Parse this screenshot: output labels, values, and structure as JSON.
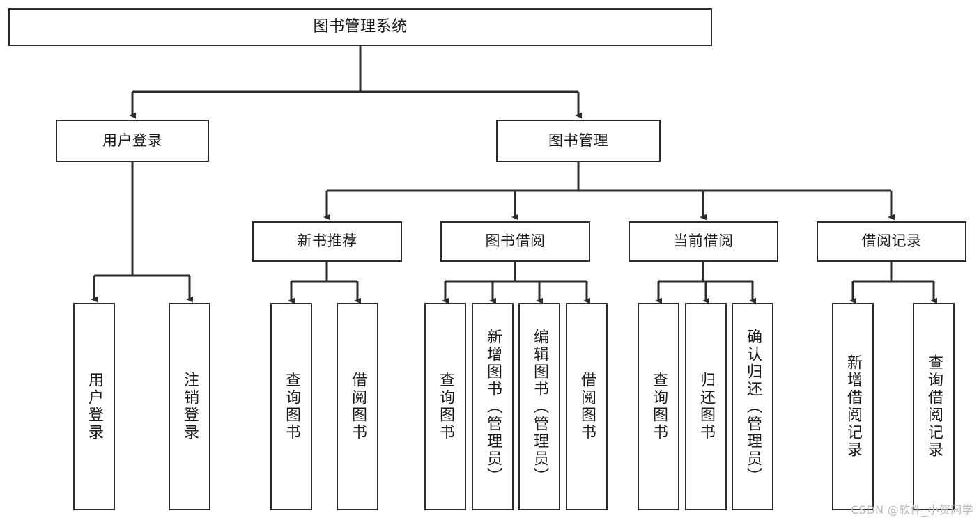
{
  "diagram": {
    "title": "图书管理系统",
    "type": "tree-hierarchy",
    "background_color": "#ffffff",
    "line_color": "#2b2b2b",
    "box_border_color": "#2b2b2b",
    "box_fill_color": "#ffffff",
    "text_color": "#1a1a1a"
  },
  "nodes": {
    "root": {
      "label": "图书管理系统"
    },
    "level2": [
      {
        "label": "用户登录"
      },
      {
        "label": "图书管理"
      }
    ],
    "level3": [
      {
        "label": "新书推荐"
      },
      {
        "label": "图书借阅"
      },
      {
        "label": "当前借阅"
      },
      {
        "label": "借阅记录"
      }
    ],
    "leaves": {
      "user_login": [
        {
          "label": "用户登录"
        },
        {
          "label": "注销登录"
        }
      ],
      "new_book_recommend": [
        {
          "label": "查询图书"
        },
        {
          "label": "借阅图书"
        }
      ],
      "book_borrow": [
        {
          "label": "查询图书"
        },
        {
          "label": "新增图书（管理员）"
        },
        {
          "label": "编辑图书（管理员）"
        },
        {
          "label": "借阅图书"
        }
      ],
      "current_borrow": [
        {
          "label": "查询图书"
        },
        {
          "label": "归还图书"
        },
        {
          "label": "确认归还（管理员）"
        }
      ],
      "borrow_record": [
        {
          "label": "新增借阅记录"
        },
        {
          "label": "查询借阅记录"
        }
      ]
    }
  },
  "watermark": {
    "text": "CSDN @软件_小贺同学"
  }
}
